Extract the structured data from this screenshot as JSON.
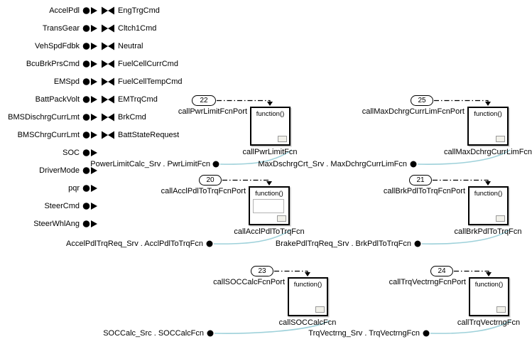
{
  "diagram": {
    "inputs": [
      {
        "label": "AccelPdl"
      },
      {
        "label": "TransGear"
      },
      {
        "label": "VehSpdFdbk"
      },
      {
        "label": "BcuBrkPrsCmd"
      },
      {
        "label": "EMSpd"
      },
      {
        "label": "BattPackVolt"
      },
      {
        "label": "BMSDischrgCurrLmt"
      },
      {
        "label": "BMSChrgCurrLmt"
      },
      {
        "label": "SOC"
      },
      {
        "label": "DriverMode"
      },
      {
        "label": "pqr"
      },
      {
        "label": "SteerCmd"
      },
      {
        "label": "SteerWhlAng"
      }
    ],
    "outputs": [
      {
        "label": "EngTrgCmd"
      },
      {
        "label": "Cltch1Cmd"
      },
      {
        "label": "Neutral"
      },
      {
        "label": "FuelCellCurrCmd"
      },
      {
        "label": "FuelCellTempCmd"
      },
      {
        "label": "EMTrqCmd"
      },
      {
        "label": "BrkCmd"
      },
      {
        "label": "BattStateRequest"
      }
    ],
    "function_blocks": [
      {
        "call_number": "22",
        "port_label": "callPwrLimitFcnPort",
        "body_label": "function()",
        "name": "callPwrLimitFcn",
        "service_label": "PowerLimitCalc_Srv . PwrLimitFcn"
      },
      {
        "call_number": "25",
        "port_label": "callMaxDchrgCurrLimFcnPort",
        "body_label": "function()",
        "name": "callMaxDchrgCurrLimFcn",
        "service_label": "MaxDschrgCrt_Srv . MaxDchrgCurrLimFcn"
      },
      {
        "call_number": "20",
        "port_label": "callAcclPdlToTrqFcnPort",
        "body_label": "function()",
        "name": "callAcclPdlToTrqFcn",
        "service_label": "AccelPdlTrqReq_Srv . AcclPdlToTrqFcn"
      },
      {
        "call_number": "21",
        "port_label": "callBrkPdlToTrqFcnPort",
        "body_label": "function()",
        "name": "callBrkPdlToTrqFcn",
        "service_label": "BrakePdlTrqReq_Srv . BrkPdlToTrqFcn"
      },
      {
        "call_number": "23",
        "port_label": "callSOCCalcFcnPort",
        "body_label": "function()",
        "name": "callSOCCalcFcn",
        "service_label": "SOCCalc_Src . SOCCalcFcn"
      },
      {
        "call_number": "24",
        "port_label": "callTrqVectrngFcnPort",
        "body_label": "function()",
        "name": "callTrqVectrngFcn",
        "service_label": "TrqVectrng_Srv . TrqVectrngFcn"
      }
    ],
    "colors": {
      "service_wire": "#9ed1da",
      "call_wire": "#000000",
      "block_border": "#000000",
      "background": "#ffffff"
    }
  }
}
